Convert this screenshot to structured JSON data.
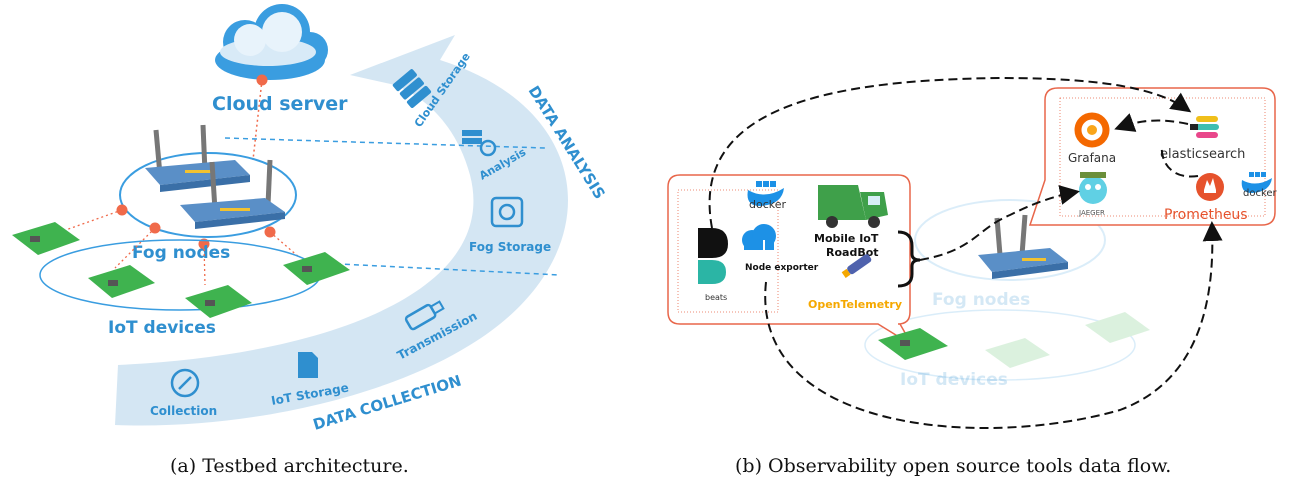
{
  "left": {
    "cloud_label": "Cloud server",
    "fog_label": "Fog nodes",
    "iot_label": "IoT devices",
    "arc_top_label": "DATA ANALYSIS",
    "arc_bottom_label": "DATA COLLECTION",
    "stages": {
      "cloud_storage": "Cloud Storage",
      "analysis": "Analysis",
      "fog_storage": "Fog Storage",
      "transmission": "Transmission",
      "iot_storage": "IoT Storage",
      "collection": "Collection"
    },
    "caption": "(a) Testbed architecture."
  },
  "right": {
    "docker_label": "docker",
    "beats_label": "beats",
    "node_exporter_label": "Node exporter",
    "roadbot_label_1": "Mobile IoT",
    "roadbot_label_2": "RoadBot",
    "opentelemetry_label": "OpenTelemetry",
    "grafana_label": "Grafana",
    "elasticsearch_label": "elasticsearch",
    "jaeger_label": "JAEGER",
    "prometheus_label": "Prometheus",
    "docker_label_2": "docker",
    "fog_label": "Fog nodes",
    "iot_label": "IoT devices",
    "caption": "(b) Observability open source tools data flow."
  },
  "colors": {
    "accent_blue": "#2f8fcf",
    "arc_fill": "#cfe3f2",
    "panel_border": "#e8664a",
    "node_dot": "#f06a4a"
  }
}
